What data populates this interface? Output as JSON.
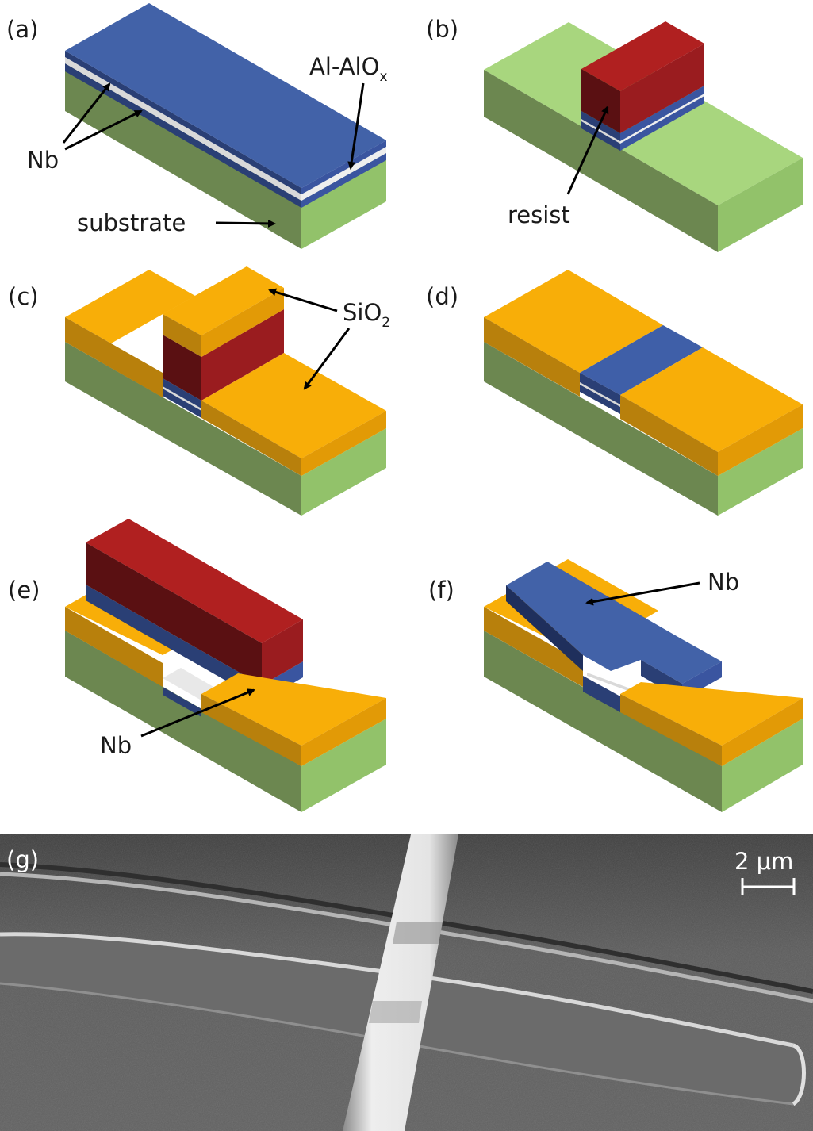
{
  "panels": {
    "a": {
      "label": "(a)",
      "annotations": {
        "al": "Al-AlO",
        "al_sub": "x",
        "nb": "Nb",
        "substrate": "substrate"
      }
    },
    "b": {
      "label": "(b)",
      "annotations": {
        "resist": "resist"
      }
    },
    "c": {
      "label": "(c)",
      "annotations": {
        "sio2": "SiO",
        "sio2_sub": "2"
      }
    },
    "d": {
      "label": "(d)"
    },
    "e": {
      "label": "(e)",
      "annotations": {
        "nb": "Nb"
      }
    },
    "f": {
      "label": "(f)",
      "annotations": {
        "nb": "Nb"
      }
    },
    "g": {
      "label": "(g)",
      "scale_bar": "2 μm"
    }
  },
  "colors": {
    "nb_top": "#3f5fa8",
    "nb_side": "#2a3f75",
    "nb_dark": "#1f2f5c",
    "al": "#d9d9d9",
    "substrate_top": "#a8d67e",
    "substrate_left": "#6c8750",
    "substrate_right": "#92c26a",
    "sio2_top": "#f8ae08",
    "sio2_left": "#b8800c",
    "sio2_right": "#e29a06",
    "resist_top": "#b02020",
    "resist_left": "#5a1012",
    "resist_right": "#9a1c1f",
    "sem_bg": "#5a5a5a"
  }
}
